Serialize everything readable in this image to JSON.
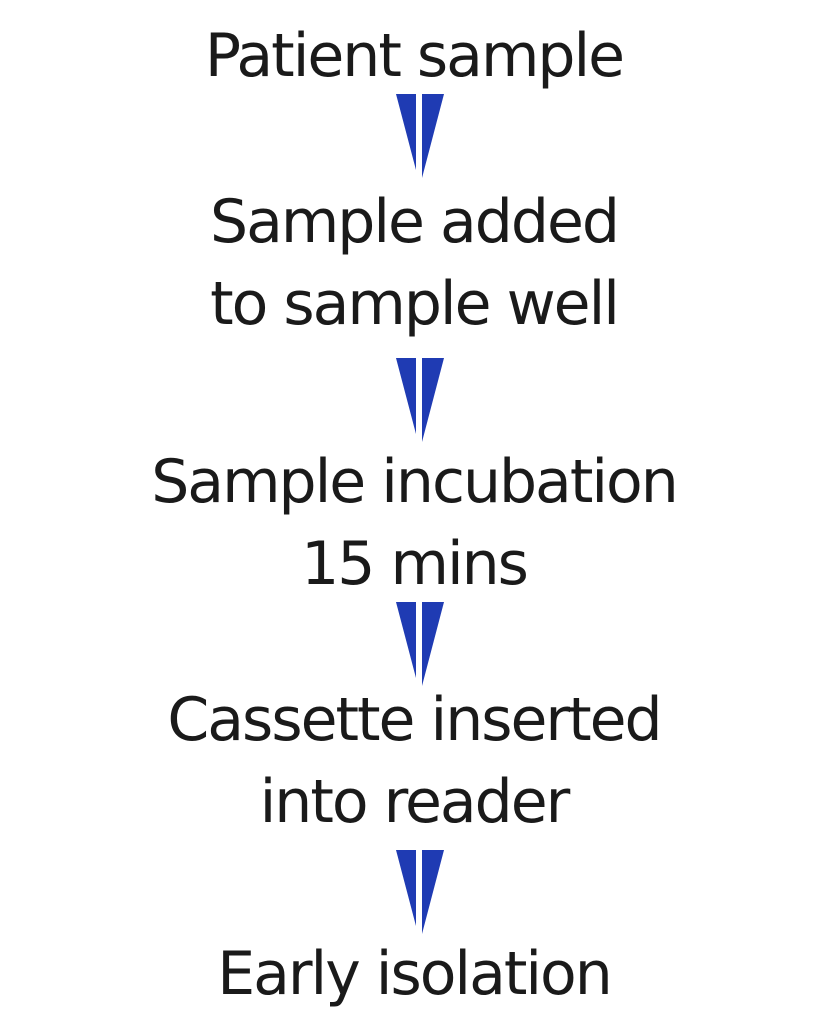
{
  "flowchart": {
    "steps": [
      {
        "lines": [
          "Patient sample"
        ]
      },
      {
        "lines": [
          "Sample added",
          "to sample well"
        ]
      },
      {
        "lines": [
          "Sample incubation",
          "15 mins"
        ]
      },
      {
        "lines": [
          "Cassette inserted",
          "into reader"
        ]
      },
      {
        "lines": [
          "Early isolation"
        ]
      }
    ],
    "arrow_color": "#1f3bb3",
    "text_color": "#1a1a1a"
  }
}
